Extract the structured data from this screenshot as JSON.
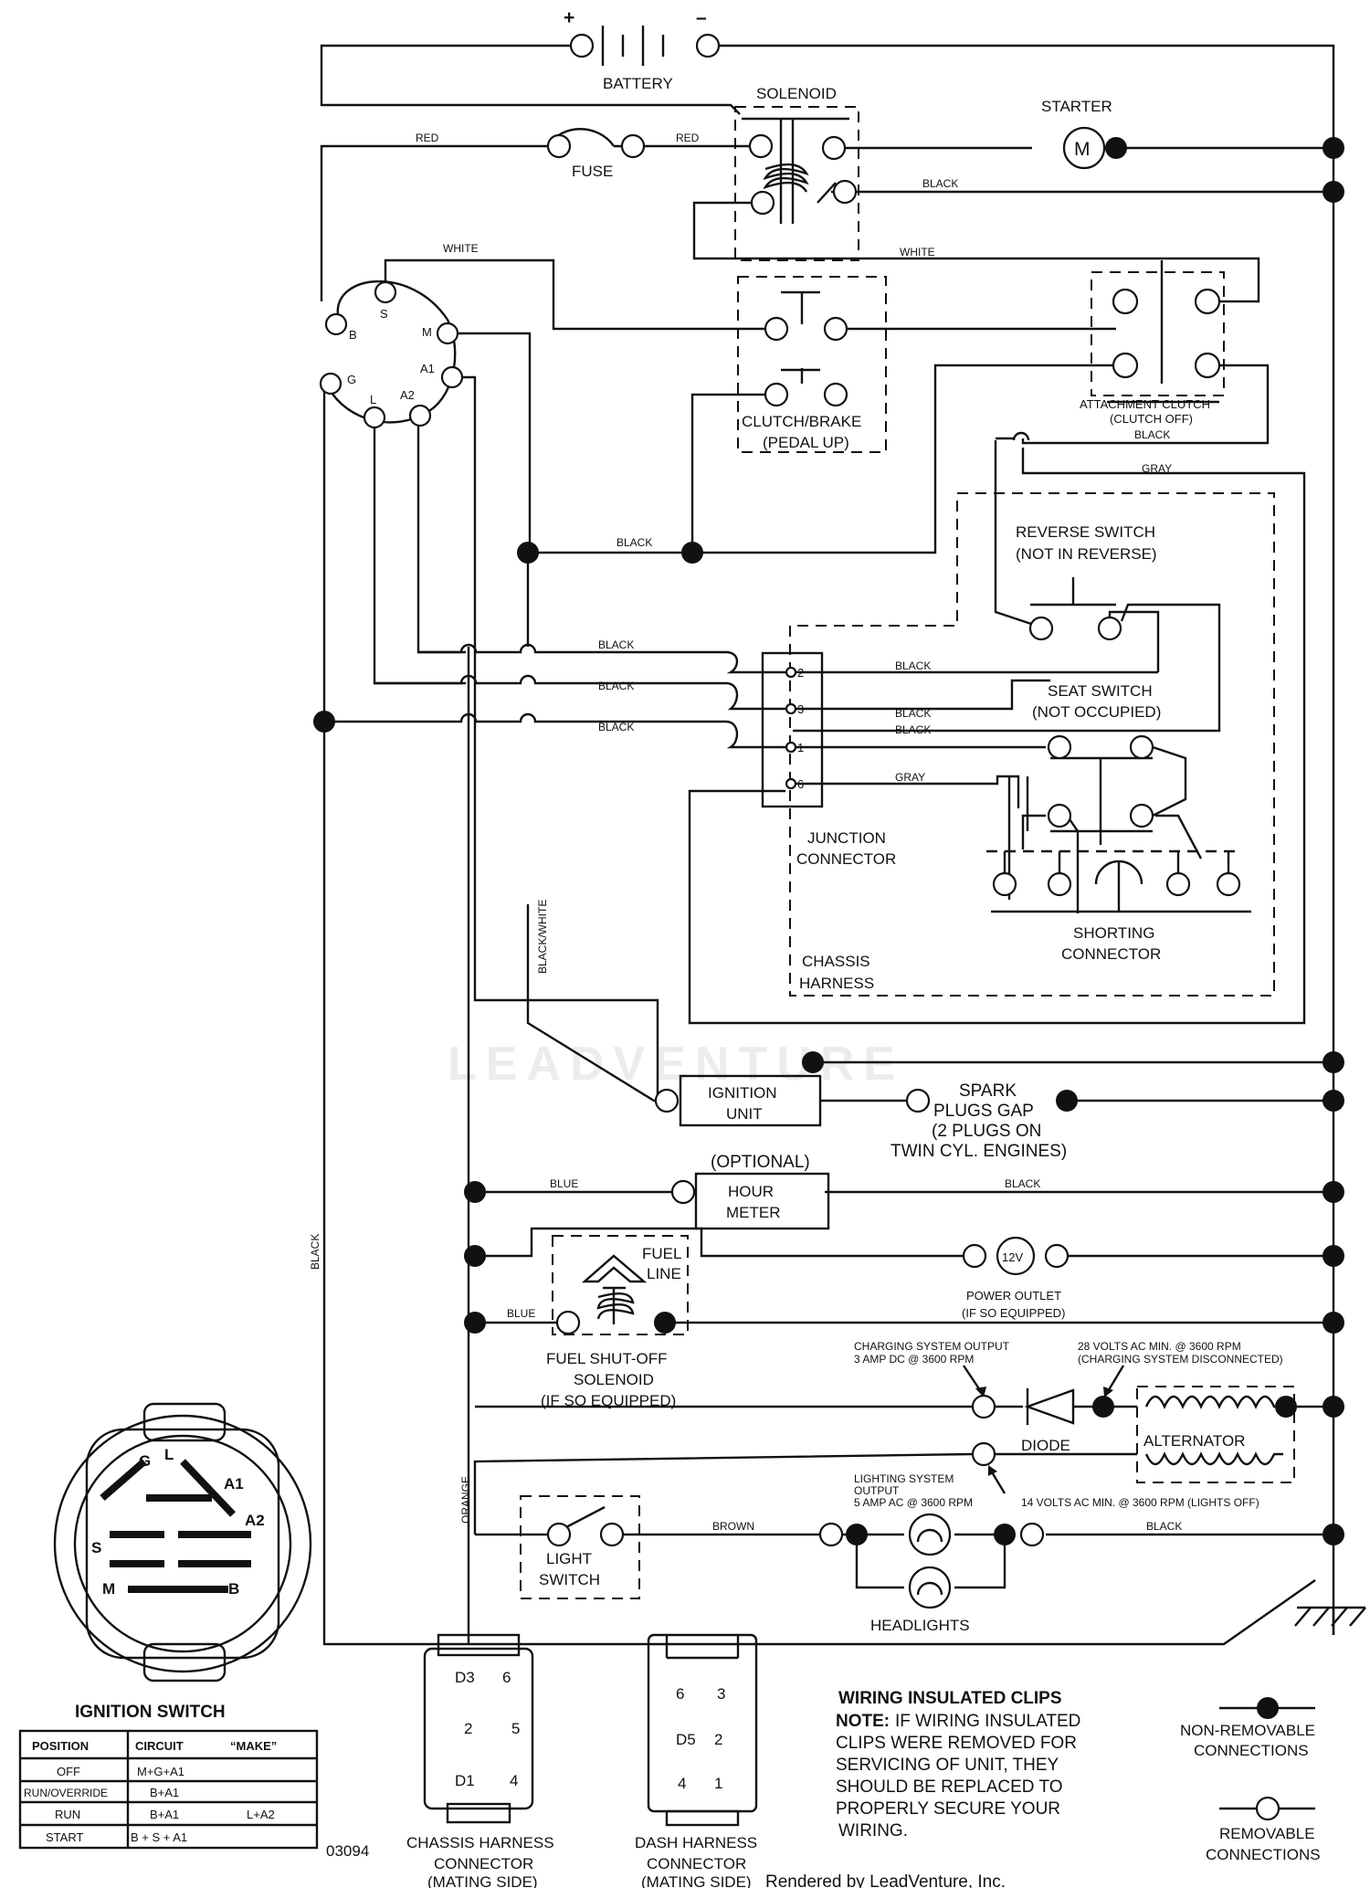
{
  "components": {
    "battery": "BATTERY",
    "solenoid": "SOLENOID",
    "starter": "STARTER",
    "starter_symbol": "M",
    "fuse": "FUSE",
    "clutch_brake": [
      "CLUTCH/BRAKE",
      "(PEDAL UP)"
    ],
    "attachment_clutch": [
      "ATTACHMENT CLUTCH",
      "(CLUTCH OFF)"
    ],
    "reverse_switch": [
      "REVERSE SWITCH",
      "(NOT IN REVERSE)"
    ],
    "seat_switch": [
      "SEAT SWITCH",
      "(NOT OCCUPIED)"
    ],
    "junction_connector": [
      "JUNCTION",
      "CONNECTOR"
    ],
    "shorting_connector": [
      "SHORTING",
      "CONNECTOR"
    ],
    "chassis_harness": [
      "CHASSIS",
      "HARNESS"
    ],
    "ignition_unit": [
      "IGNITION",
      "UNIT"
    ],
    "spark_plugs": [
      "SPARK",
      "PLUGS GAP",
      "(2 PLUGS ON",
      "TWIN CYL. ENGINES)"
    ],
    "hour_meter": [
      "(OPTIONAL)",
      "HOUR",
      "METER"
    ],
    "fuel_line": [
      "FUEL",
      "LINE"
    ],
    "power_outlet": [
      "POWER OUTLET",
      "(IF SO EQUIPPED)"
    ],
    "power_outlet_symbol": "12V",
    "fuel_solenoid": [
      "FUEL SHUT-OFF",
      "SOLENOID",
      "(IF SO EQUIPPED)"
    ],
    "charging_output": [
      "CHARGING SYSTEM OUTPUT",
      "3 AMP DC @ 3600 RPM"
    ],
    "volts_28": [
      "28 VOLTS AC MIN. @ 3600 RPM",
      "(CHARGING SYSTEM DISCONNECTED)"
    ],
    "diode": "DIODE",
    "alternator": "ALTERNATOR",
    "lighting_output": [
      "LIGHTING SYSTEM",
      "OUTPUT",
      "5 AMP AC @ 3600 RPM"
    ],
    "volts_14": "14 VOLTS AC MIN. @ 3600 RPM (LIGHTS OFF)",
    "light_switch": [
      "LIGHT",
      "SWITCH"
    ],
    "headlights": "HEADLIGHTS",
    "ignition_terminals": {
      "b": "B",
      "s": "S",
      "m": "M",
      "g": "G",
      "a1": "A1",
      "l": "L",
      "a2": "A2"
    },
    "junction_pins": [
      "2",
      "3",
      "1",
      "6"
    ]
  },
  "wire_labels": {
    "red": "RED",
    "white": "WHITE",
    "black": "BLACK",
    "gray": "GRAY",
    "blue": "BLUE",
    "black_white": "BLACK/WHITE",
    "orange": "ORANGE",
    "brown": "BROWN"
  },
  "ignition_switch": {
    "title": "IGNITION SWITCH",
    "face_labels": {
      "g": "G",
      "l": "L",
      "a1": "A1",
      "s": "S",
      "a2": "A2",
      "m": "M",
      "b": "B"
    },
    "headers": [
      "POSITION",
      "CIRCUIT",
      "“MAKE”"
    ],
    "rows": [
      [
        "OFF",
        "M+G+A1",
        ""
      ],
      [
        "RUN/OVERRIDE",
        "B+A1",
        ""
      ],
      [
        "RUN",
        "B+A1",
        "L+A2"
      ],
      [
        "START",
        "B + S + A1",
        ""
      ]
    ]
  },
  "diagram_code": "03094",
  "chassis_connector": {
    "caption": [
      "CHASSIS HARNESS",
      "CONNECTOR",
      "(MATING SIDE)"
    ],
    "pins": [
      "D3",
      "6",
      "2",
      "5",
      "D1",
      "4"
    ]
  },
  "dash_connector": {
    "caption": [
      "DASH HARNESS",
      "CONNECTOR",
      "(MATING SIDE)"
    ],
    "pins": [
      "6",
      "3",
      "D5",
      "2",
      "4",
      "1"
    ]
  },
  "clips_note": {
    "title": "WIRING INSULATED CLIPS",
    "note_label": "NOTE:",
    "lines": [
      "IF WIRING INSULATED",
      "CLIPS WERE REMOVED FOR",
      "SERVICING OF UNIT, THEY",
      "SHOULD BE REPLACED TO",
      "PROPERLY SECURE YOUR",
      "WIRING."
    ]
  },
  "legend": {
    "non_removable": [
      "NON-REMOVABLE",
      "CONNECTIONS"
    ],
    "removable": [
      "REMOVABLE",
      "CONNECTIONS"
    ]
  },
  "watermark": "LEADVENTURE",
  "credit": "Rendered by LeadVenture, Inc."
}
